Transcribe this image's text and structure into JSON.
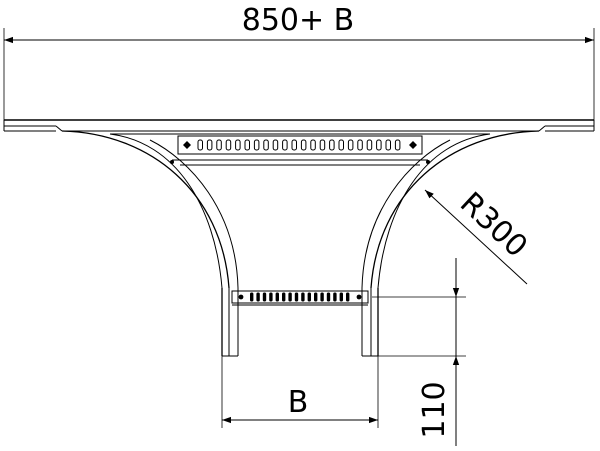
{
  "dimensions": {
    "overall_width": "850+ B",
    "radius": "R300",
    "branch_width": "B",
    "branch_length": "110"
  },
  "colors": {
    "line": "#000000",
    "background": "#ffffff"
  }
}
